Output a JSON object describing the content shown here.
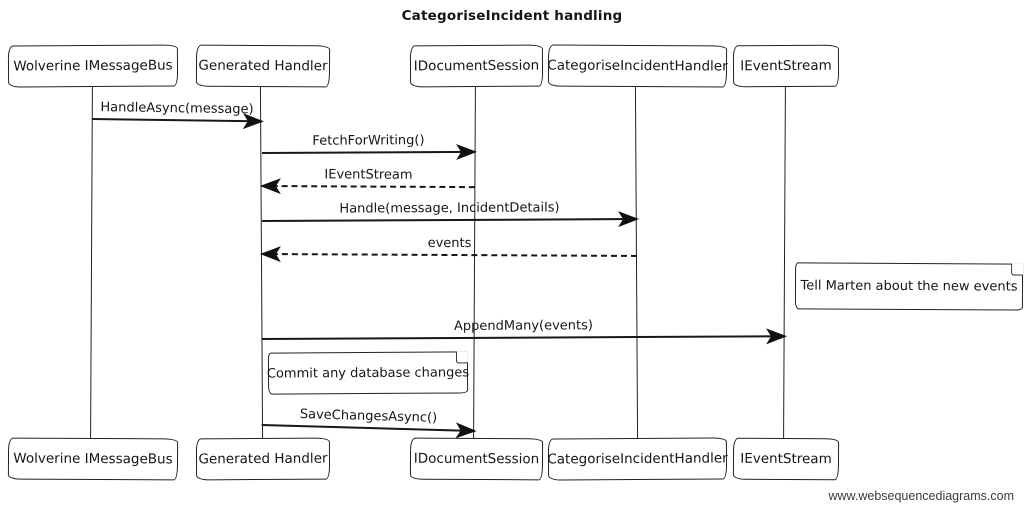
{
  "title": "CategoriseIncident handling",
  "participants": [
    {
      "name": "Wolverine IMessageBus"
    },
    {
      "name": "Generated Handler"
    },
    {
      "name": "IDocumentSession"
    },
    {
      "name": "CategoriseIncidentHandler"
    },
    {
      "name": "IEventStream"
    }
  ],
  "messages": [
    {
      "label": "HandleAsync(message)",
      "from": "Wolverine IMessageBus",
      "to": "Generated Handler",
      "line": "solid"
    },
    {
      "label": "FetchForWriting()",
      "from": "Generated Handler",
      "to": "IDocumentSession",
      "line": "solid"
    },
    {
      "label": "IEventStream",
      "from": "IDocumentSession",
      "to": "Generated Handler",
      "line": "dashed"
    },
    {
      "label": "Handle(message, IncidentDetails)",
      "from": "Generated Handler",
      "to": "CategoriseIncidentHandler",
      "line": "solid"
    },
    {
      "label": "events",
      "from": "CategoriseIncidentHandler",
      "to": "Generated Handler",
      "line": "dashed"
    },
    {
      "label": "AppendMany(events)",
      "from": "Generated Handler",
      "to": "IEventStream",
      "line": "solid"
    },
    {
      "label": "SaveChangesAsync()",
      "from": "Generated Handler",
      "to": "IDocumentSession",
      "line": "solid"
    }
  ],
  "notes": [
    {
      "text": "Tell Marten about the new events",
      "position": "right of IEventStream"
    },
    {
      "text": "Commit any database changes",
      "position": "over Generated Handler"
    }
  ],
  "watermark": "www.websequencediagrams.com",
  "colors": {
    "ink": "#1b1b1b",
    "background": "#ffffff"
  }
}
